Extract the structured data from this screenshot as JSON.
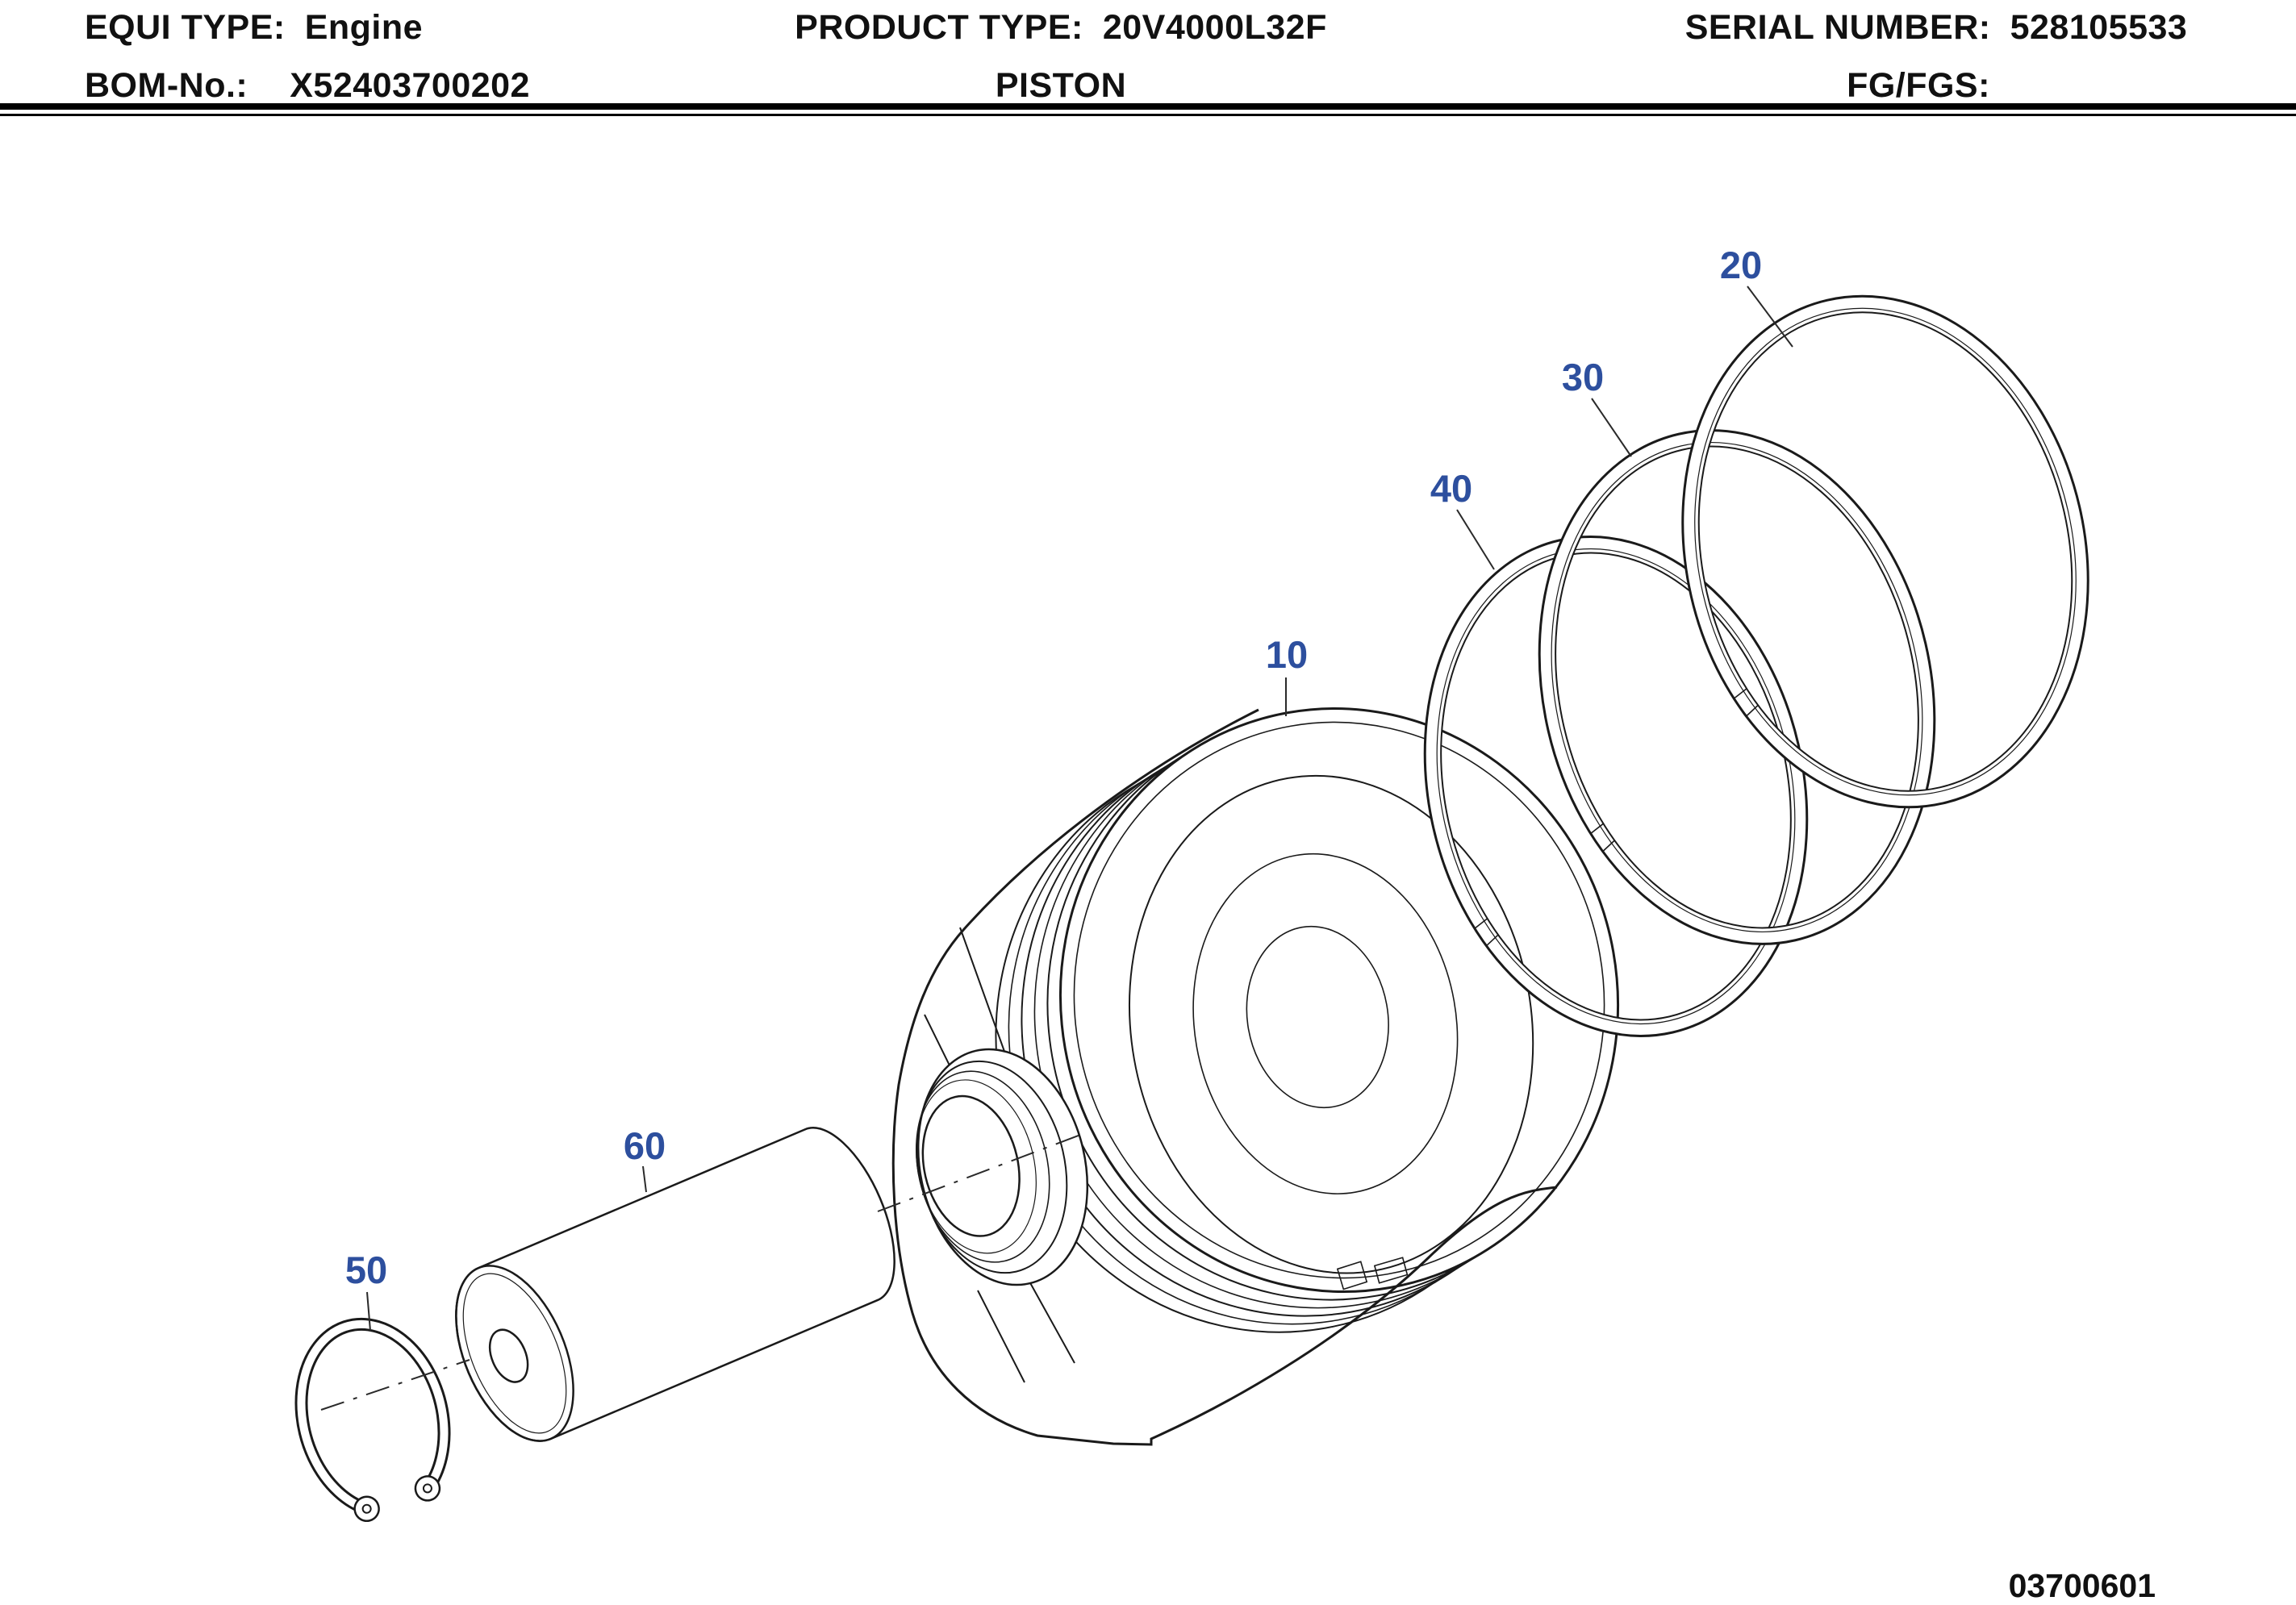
{
  "header": {
    "equi_type": {
      "label": "EQUI TYPE:",
      "value": "Engine"
    },
    "product_type": {
      "label": "PRODUCT TYPE:",
      "value": "20V4000L32F"
    },
    "serial_number": {
      "label": "SERIAL NUMBER:",
      "value": "528105533"
    },
    "bom_no": {
      "label": "BOM-No.:",
      "value": "X52403700202"
    },
    "page_title": "PISTON",
    "fg_fgs": {
      "label": "FG/FGS:",
      "value": ""
    }
  },
  "diagram": {
    "drawing_number": "03700601",
    "callouts": [
      {
        "label": "10"
      },
      {
        "label": "20"
      },
      {
        "label": "30"
      },
      {
        "label": "40"
      },
      {
        "label": "50"
      },
      {
        "label": "60"
      }
    ],
    "colors": {
      "callout": "#2d4f9e",
      "line": "#1a1a1a",
      "background": "#ffffff"
    }
  }
}
